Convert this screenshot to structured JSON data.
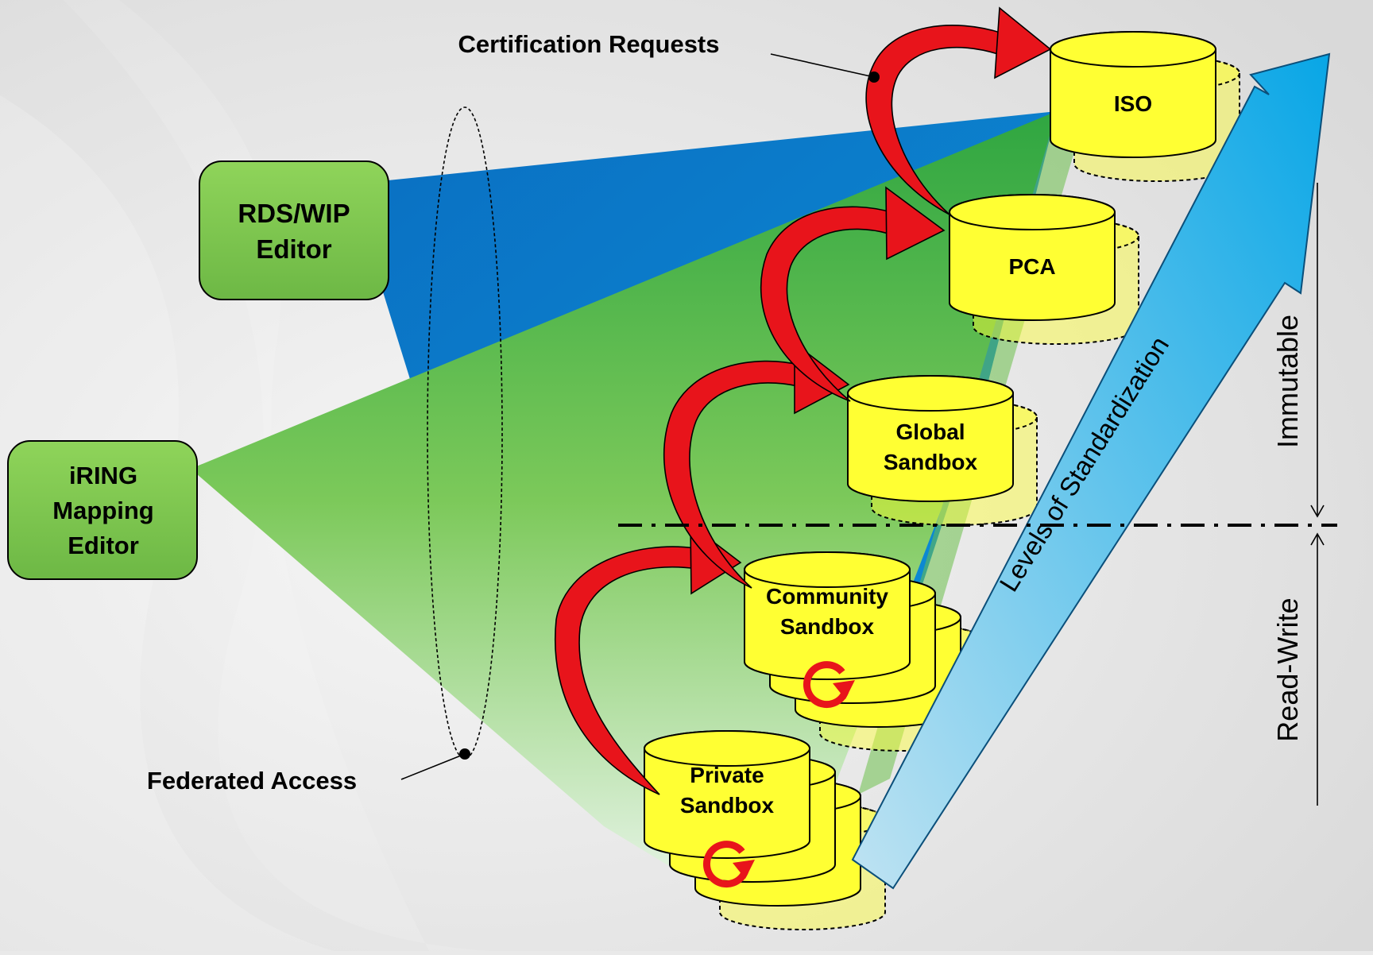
{
  "editors": {
    "rds": {
      "lines": [
        "RDS/WIP",
        "Editor"
      ]
    },
    "iring": {
      "lines": [
        "iRING",
        "Mapping",
        "Editor"
      ]
    }
  },
  "repositories": [
    {
      "id": "iso",
      "lines": [
        "ISO"
      ],
      "stack": 1
    },
    {
      "id": "pca",
      "lines": [
        "PCA"
      ],
      "stack": 1
    },
    {
      "id": "global-sandbox",
      "lines": [
        "Global",
        "Sandbox"
      ],
      "stack": 1
    },
    {
      "id": "community-sandbox",
      "lines": [
        "Community",
        "Sandbox"
      ],
      "stack": 3,
      "refresh_icon": true
    },
    {
      "id": "private-sandbox",
      "lines": [
        "Private",
        "Sandbox"
      ],
      "stack": 3,
      "refresh_icon": true
    }
  ],
  "callouts": {
    "certification_requests": "Certification Requests",
    "federated_access": "Federated Access"
  },
  "axis": {
    "arrow_label": "Levels of Standardization",
    "immutable": "Immutable",
    "read_write": "Read-Write"
  },
  "colors": {
    "cylinder_fill": "#ffff33",
    "promotion_arrow": "#e8141b",
    "levels_arrow": "#1aa3e0",
    "editor_box": "#7ec850",
    "rds_beam": "#0b77c8",
    "iring_beam": "#56b84a"
  }
}
